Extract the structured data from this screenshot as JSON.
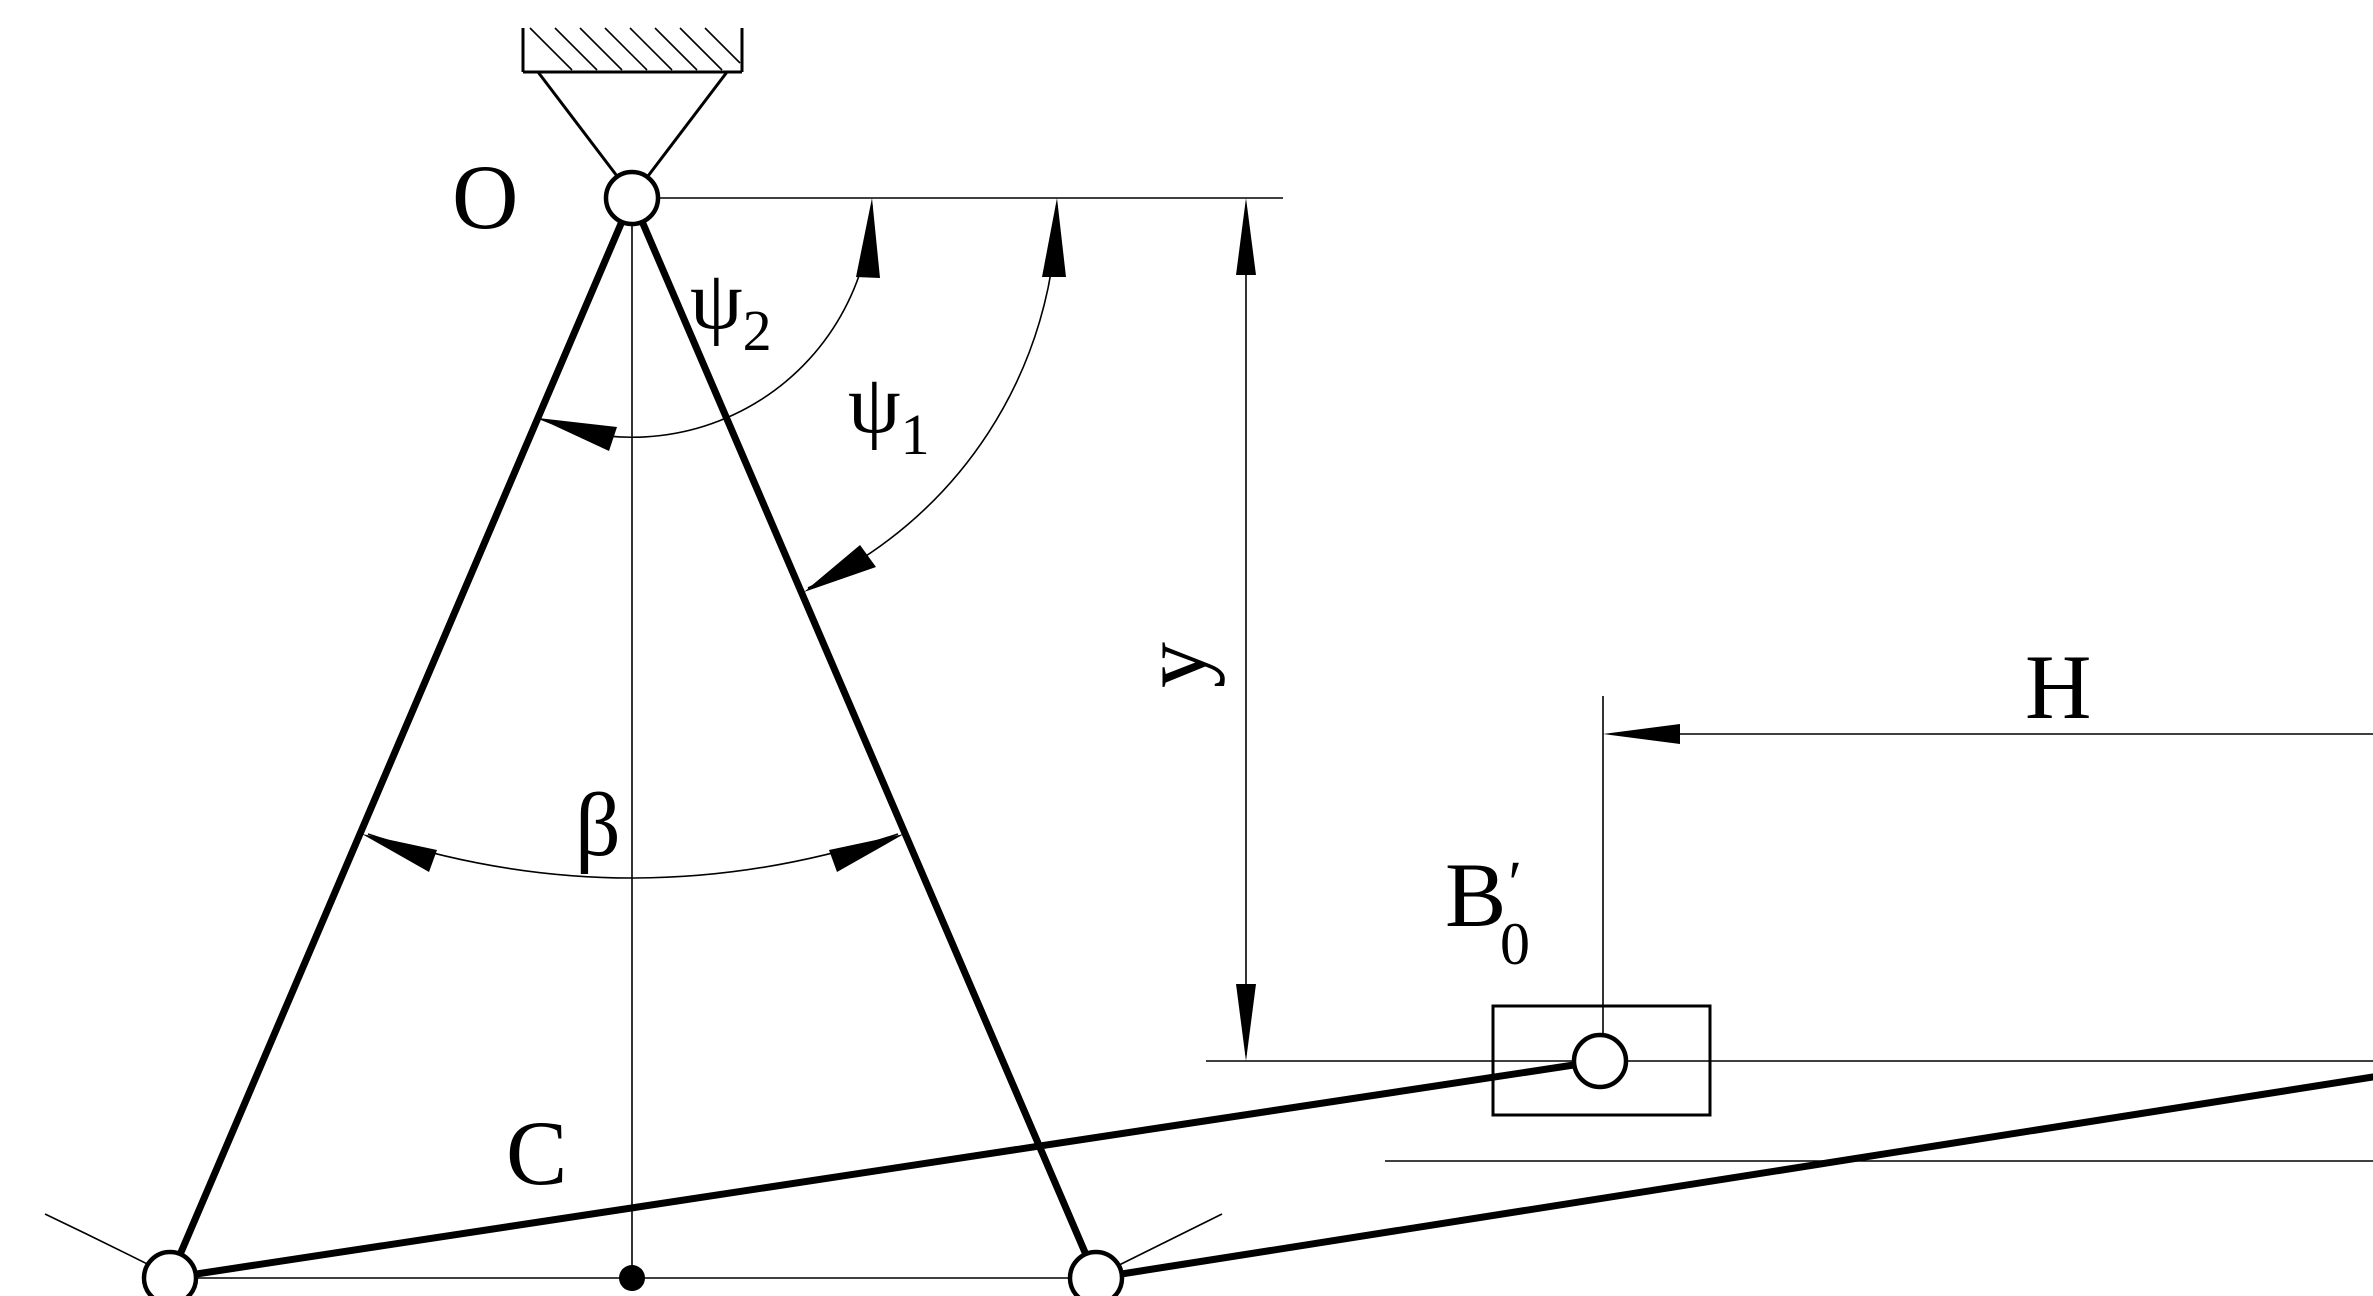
{
  "diagram": {
    "labels": {
      "pivot_o": "O",
      "psi_2": "ψ",
      "psi_2_sub": "2",
      "psi_1": "ψ",
      "psi_1_sub": "1",
      "beta": "β",
      "y": "y",
      "h": "H",
      "b0_prime": "B",
      "b0_prime_mark": "′",
      "b0_prime_sub": "0",
      "c": "C"
    }
  }
}
